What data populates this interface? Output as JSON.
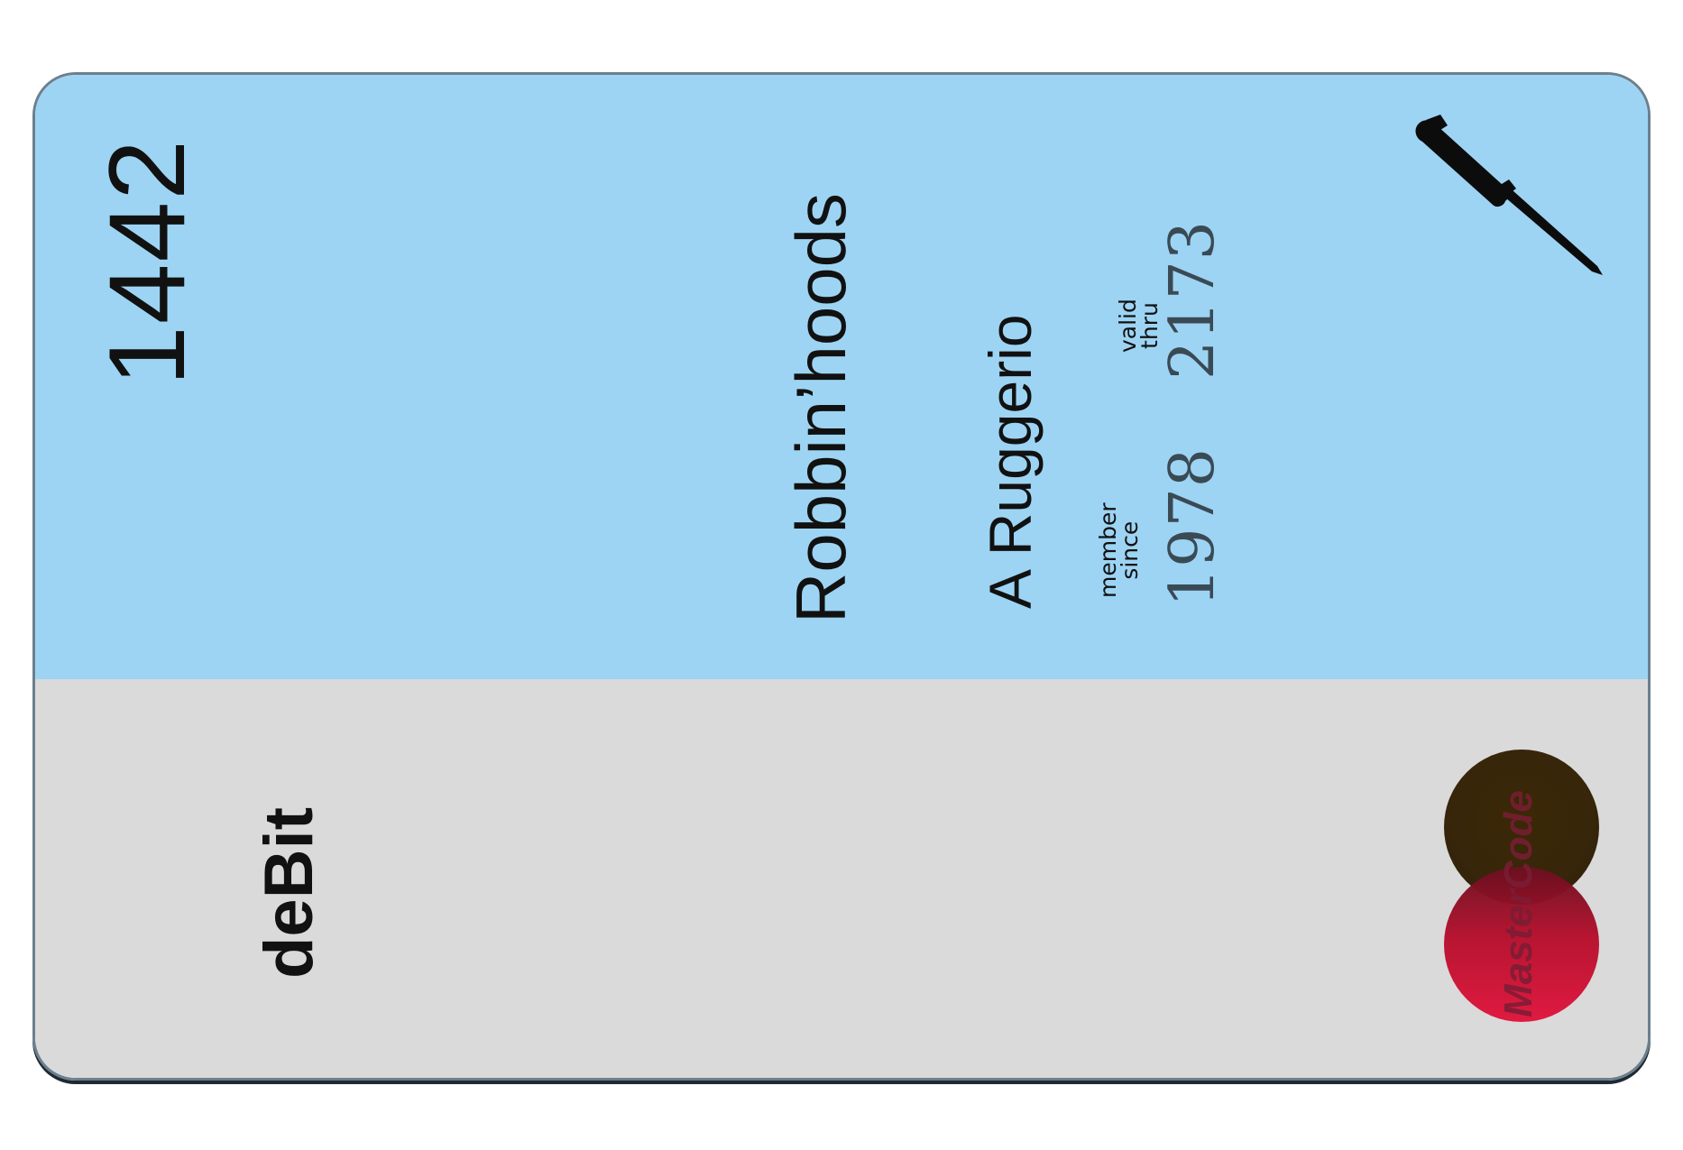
{
  "card": {
    "number_fragment": "1442",
    "bank_name": "Robbin’hoods",
    "holder_name": "A Ruggerio",
    "member_since_label": "member\nsince",
    "member_since_year": "1978",
    "valid_thru_label": "valid\nthru",
    "valid_thru_year": "2173",
    "card_type": "deBit",
    "network_name": "MasterCode"
  },
  "colors": {
    "top_panel": "#9dd4f3",
    "bottom_panel": "#dadada",
    "logo_top": "#37260a",
    "logo_bottom": "#d0133a"
  },
  "icons": {
    "emblem": "knife-icon"
  }
}
